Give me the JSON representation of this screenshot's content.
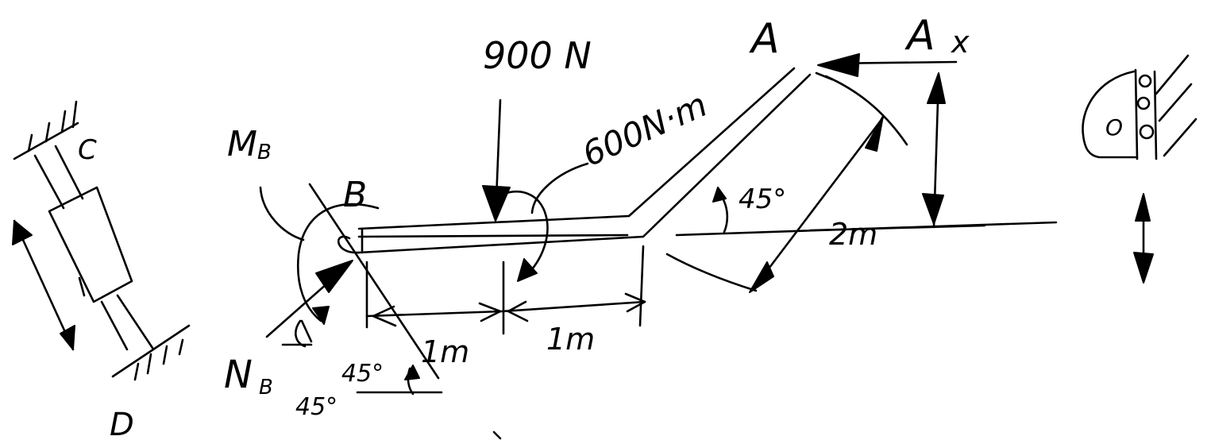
{
  "diagram": {
    "colors": {
      "ink": "#000000",
      "paper": "#ffffff"
    },
    "labels": {
      "point_a": "A",
      "reaction_a": "A",
      "axis_x": "x",
      "point_b": "B",
      "point_c": "C",
      "point_d": "D",
      "moment_b": "M",
      "moment_b_sub": "B",
      "normal_b": "N",
      "normal_b_sub": "B",
      "force_load": "900 N",
      "couple_load": "600N·m",
      "angle_right": "45°",
      "angle_left_upper": "45°",
      "angle_left_lower": "45°",
      "dim_left": "1m",
      "dim_middle": "1m",
      "dim_slant": "2m",
      "pin_label": "O"
    },
    "icons": [
      "roller-support-icon",
      "pin-icon",
      "arrow-icon",
      "hydraulic-cylinder-icon"
    ]
  }
}
